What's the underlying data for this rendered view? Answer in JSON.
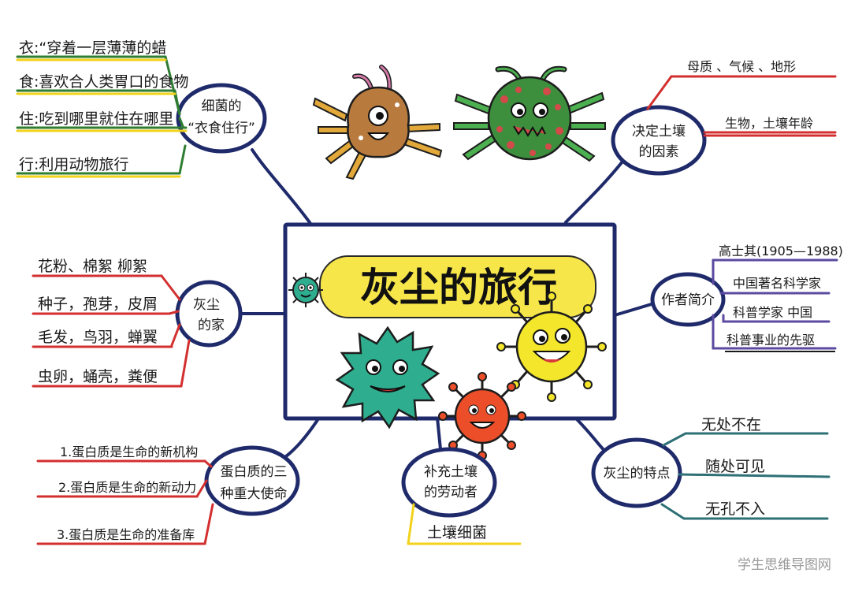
{
  "center": {
    "title": "灰尘的旅行"
  },
  "branches": {
    "clothing_food": {
      "node": [
        "细菌的",
        "“衣食住行”"
      ],
      "items": [
        "衣:“穿着一层薄薄的蜡",
        "食:喜欢合人类胃口的食物",
        "住:吃到哪里就住在哪里",
        "行:利用动物旅行"
      ]
    },
    "soil_factors": {
      "node": [
        "决定土壤",
        "的因素"
      ],
      "items": [
        "母质 、气候 、地形",
        "生物，土壤年龄"
      ]
    },
    "dust_home": {
      "node": [
        "灰尘",
        "的家"
      ],
      "items": [
        "花粉、棉絮 柳絮",
        "种子，孢芽，皮屑",
        "毛发，鸟羽，蝉翼",
        "虫卵，蛹壳，粪便"
      ]
    },
    "author": {
      "node": [
        "作者简介"
      ],
      "items": [
        "高士其(1905—1988)",
        "中国著名科学家",
        "科普学家 中国",
        "科普事业的先驱"
      ]
    },
    "protein": {
      "node": [
        "蛋白质的三",
        "种重大使命"
      ],
      "items": [
        "1.蛋白质是生命的新机构",
        "2.蛋白质是生命的新动力",
        "3.蛋白质是生命的准备库"
      ]
    },
    "soil_worker": {
      "node": [
        "补充土壤",
        "的劳动者"
      ],
      "items": [
        "土壤细菌"
      ]
    },
    "dust_features": {
      "node": [
        "灰尘的特点"
      ],
      "items": [
        "无处不在",
        "随处可见",
        "无孔不入"
      ]
    }
  },
  "watermark": "学生思维导图网",
  "colors": {
    "node_border": "#1f2a6b",
    "title_highlight": "#f6e64a",
    "green_underline": "#2e7d32",
    "red_underline": "#d32f2f",
    "yellow_underline": "#f2d21a",
    "teal_underline": "#2e7075",
    "purple_underline": "#5b4aa0",
    "green_germ": "#2fae8f",
    "yellow_germ": "#f3e62b",
    "red_germ": "#ec4e2a",
    "brown_germ": "#b97a3e",
    "dark_green_germ": "#3d8f3d"
  }
}
